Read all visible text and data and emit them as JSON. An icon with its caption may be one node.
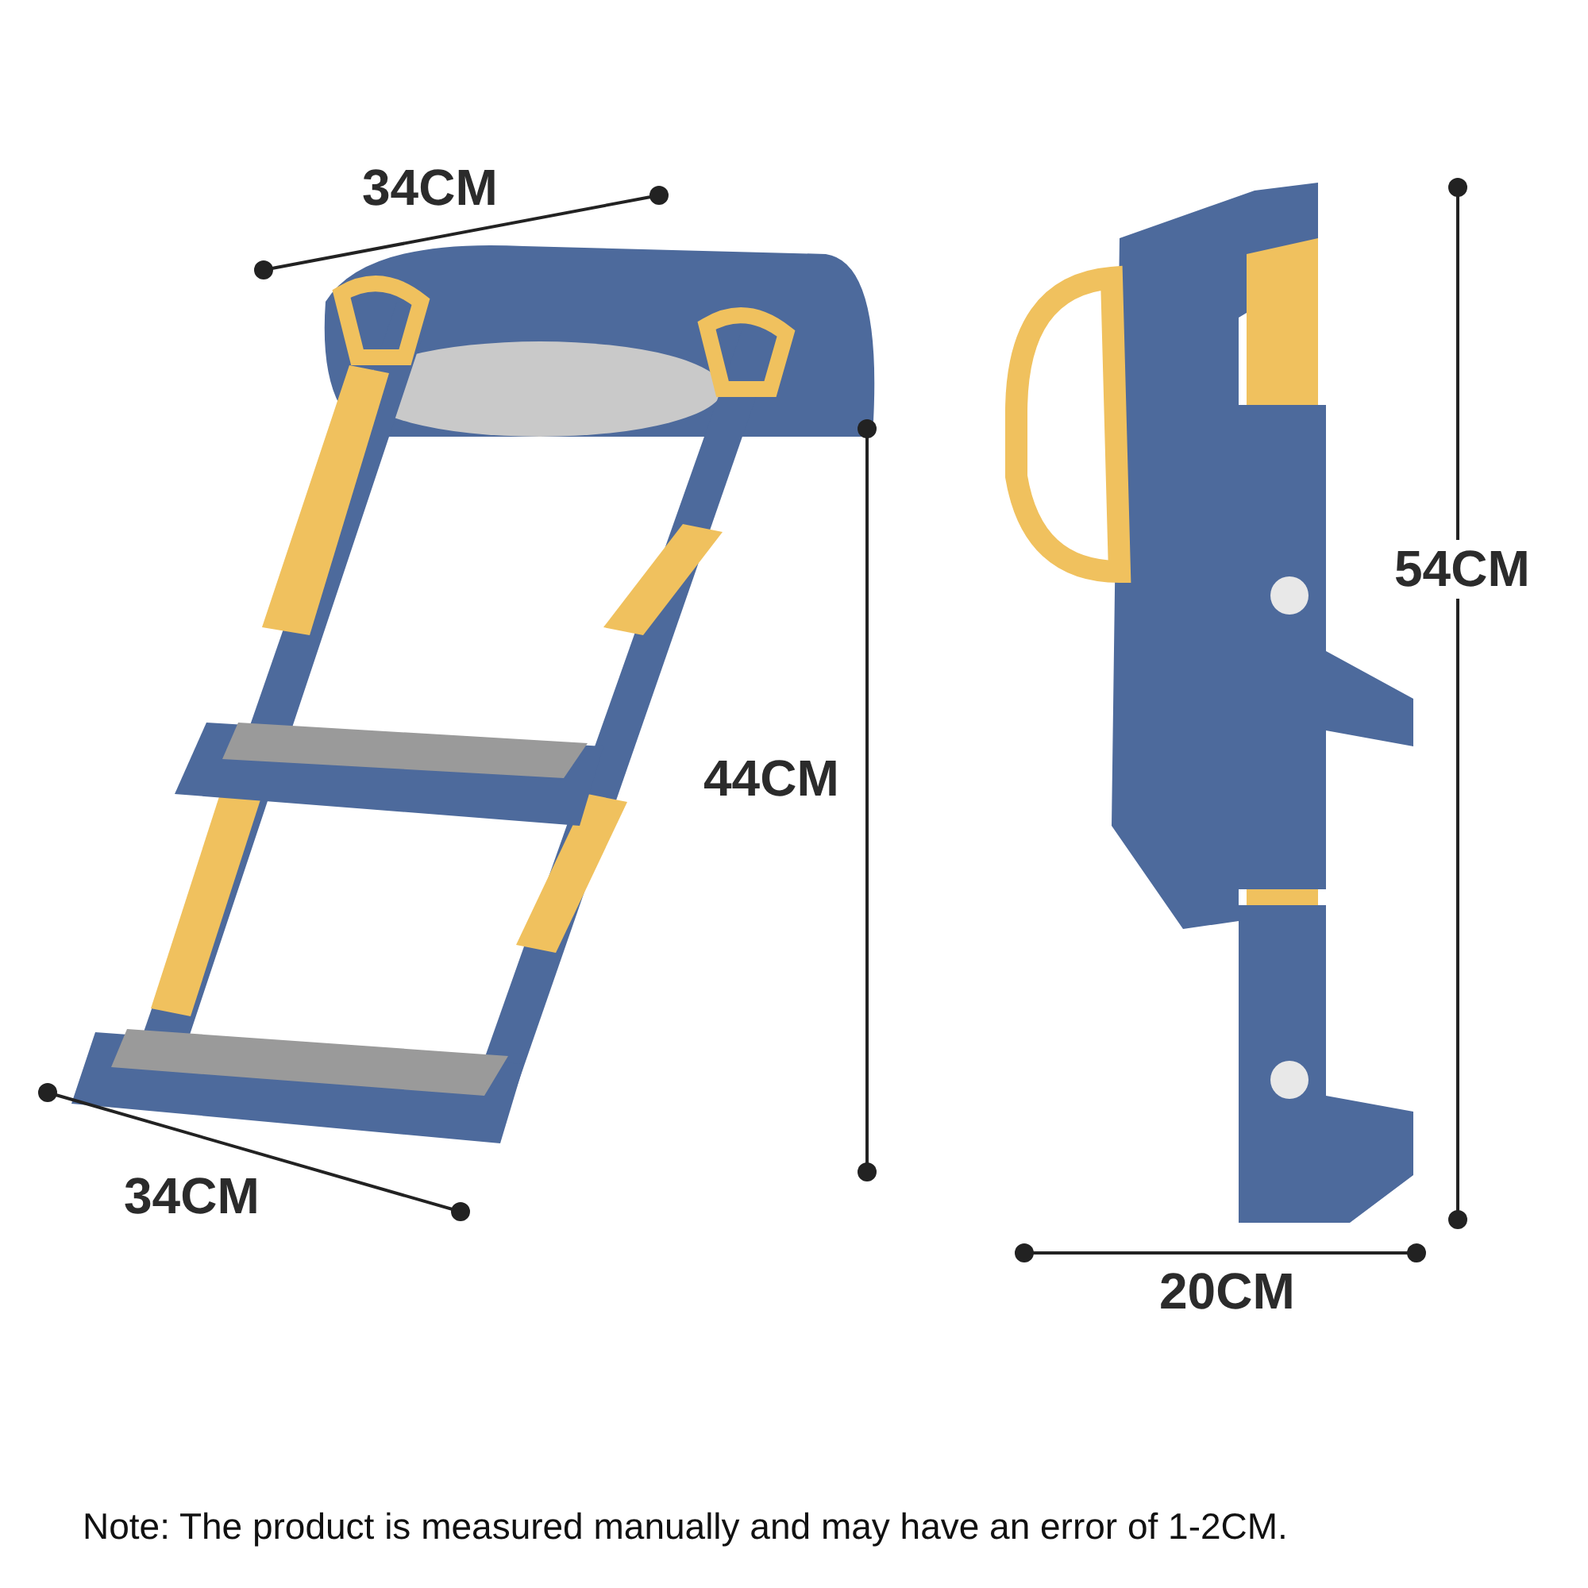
{
  "diagram": {
    "labels": [
      "34CM",
      "54CM",
      "44CM",
      "34CM",
      "20CM",
      "Note: The product is measured manually and may have an error of 1-2CM."
    ]
  }
}
